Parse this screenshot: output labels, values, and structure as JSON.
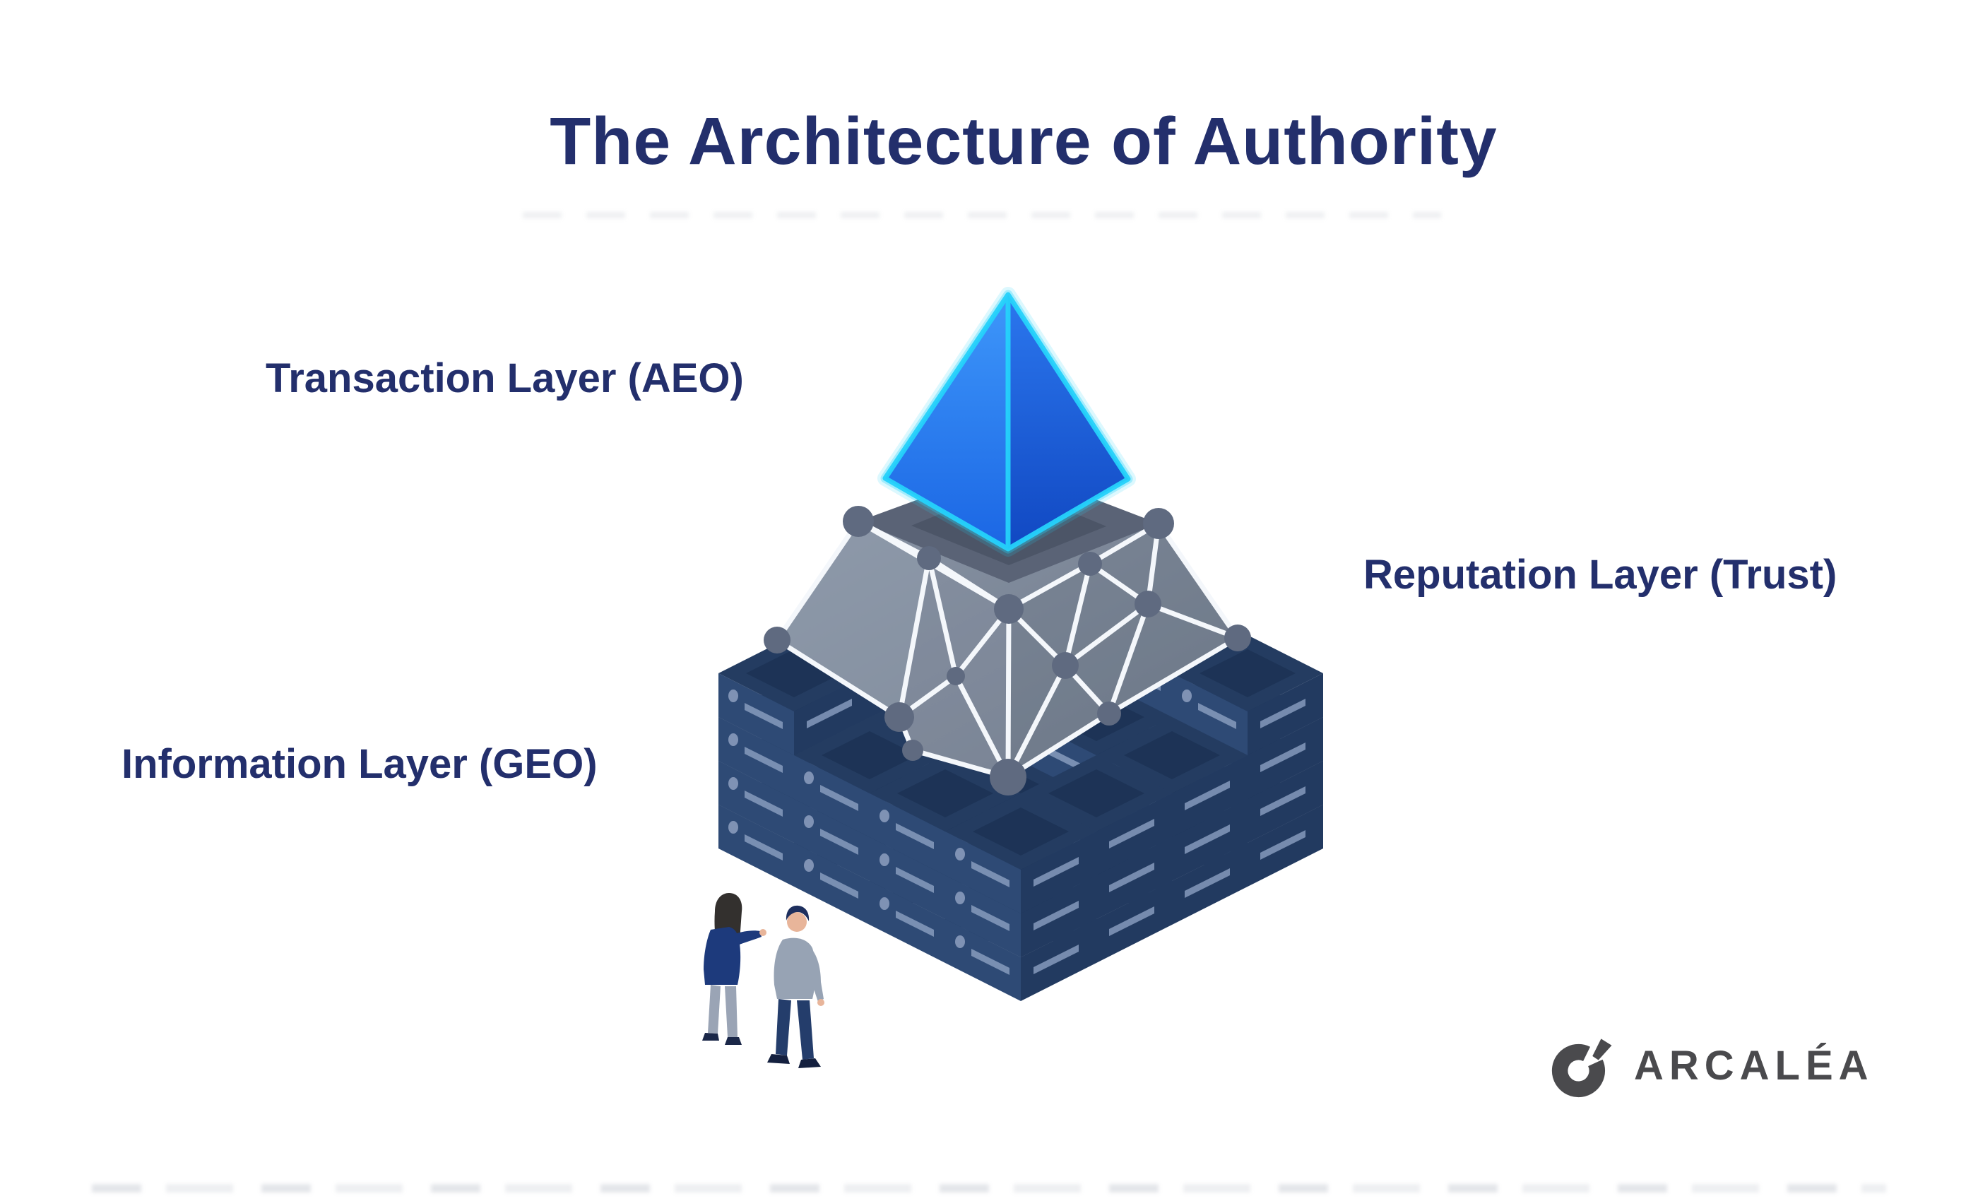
{
  "title": "The Architecture of Authority",
  "layers": [
    {
      "key": "transaction",
      "label": "Transaction Layer (AEO)"
    },
    {
      "key": "reputation",
      "label": "Reputation Layer (Trust)"
    },
    {
      "key": "information",
      "label": "Information Layer (GEO)"
    }
  ],
  "logo": {
    "text": "ARCALÉA",
    "icon": "arcalea-ring-icon"
  },
  "colors": {
    "heading_text": "#232f6c",
    "pyramid_left_face": "#3e97fa",
    "pyramid_right_face": "#1148c2",
    "pyramid_edge_glow": "#25d2fb",
    "mesh_sheet": "#7a8595",
    "mesh_plateau": "#5a6376",
    "mesh_node": "#5f6a80",
    "mesh_link": "#f4f7fb",
    "server_top": "#243c61",
    "server_left_face": "#2e4a75",
    "server_right_face": "#223a60",
    "server_vent": "#8ca0c2",
    "logo_gray": "#4a4a4d",
    "background": "#ffffff"
  }
}
